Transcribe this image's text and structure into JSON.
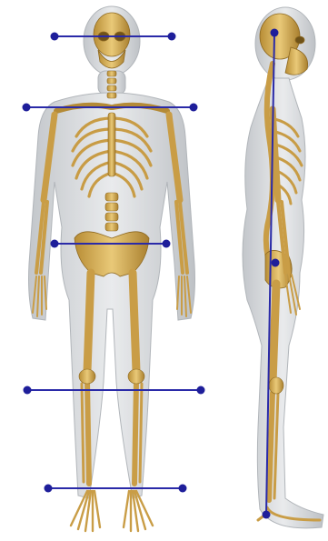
{
  "figure": {
    "views": [
      "front",
      "side"
    ],
    "colors": {
      "background": "#ffffff",
      "body_silhouette": "#c9ccd0",
      "body_outline": "#9ea3a8",
      "bone": "#d8b25a",
      "bone_shadow": "#a07a2c",
      "alignment_line": "#2a2aa8",
      "alignment_point": "#1e1e9a"
    },
    "front_reference_lines": [
      "eyes",
      "shoulders",
      "pelvis",
      "knees",
      "ankles"
    ],
    "side_reference_line": "plumb-line"
  }
}
